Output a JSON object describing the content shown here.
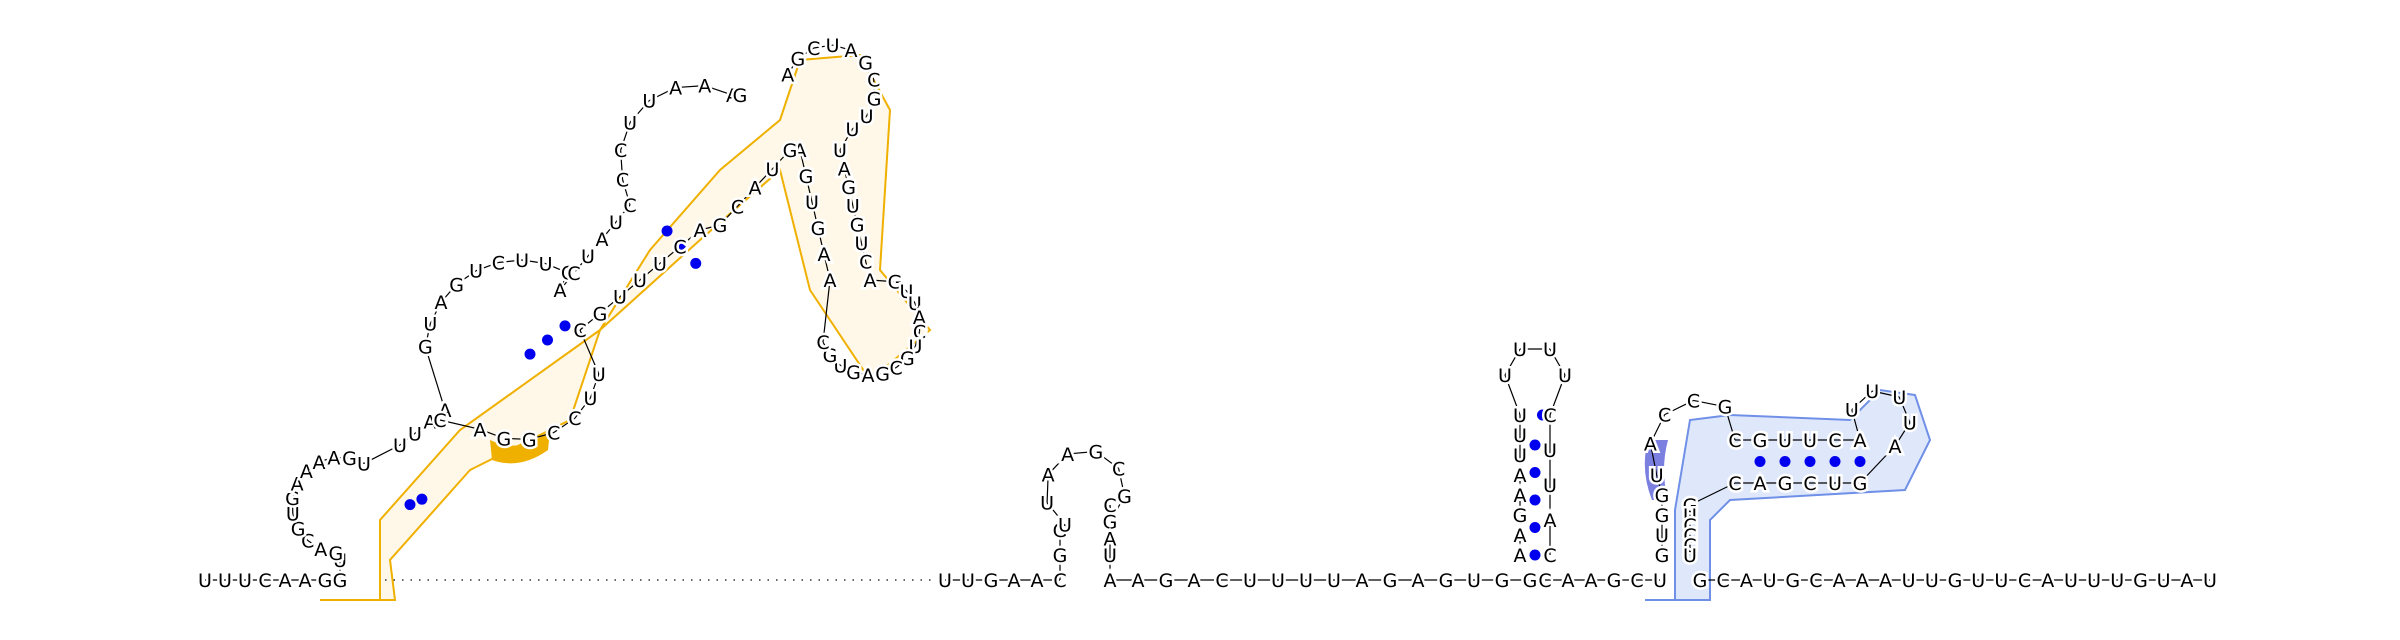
{
  "left_tail": "UUUCAAG",
  "main_hairpin_5p": "GUGACGUGAAAAGUUUAAGUAGUCUUCACUAUCCCUUAAAG",
  "main_hairpin_3p": "AGCUAGCGUUUAGUGUCAGUUACUGCGAGUGCAAGUGAGUACGACUUUGCUUCCGGAC",
  "middle_segment": "UUGAACGGUUAAGCGGCGAUAAGACUUUUAGAGUGG",
  "long_hairpin": "AAGAAUUUUUUUCUUAC",
  "right_segment": "CAAGCU",
  "blue_hairpin": "GUGGUACCGCGUUCAUUUUAGUCGACGUCCCU",
  "right_tail": "GCAUGCAAAUUGUUCAUUUGUAU",
  "colors": {
    "basepair": "#0000ee",
    "orange_region_outline": "#f0b000",
    "orange_region_fill": "#fff8e8",
    "orange_highlight": "#f0b000",
    "blue_region_outline": "#7090e8",
    "blue_region_fill": "#dfe8fb",
    "blue_highlight": "#7a7fe0"
  }
}
